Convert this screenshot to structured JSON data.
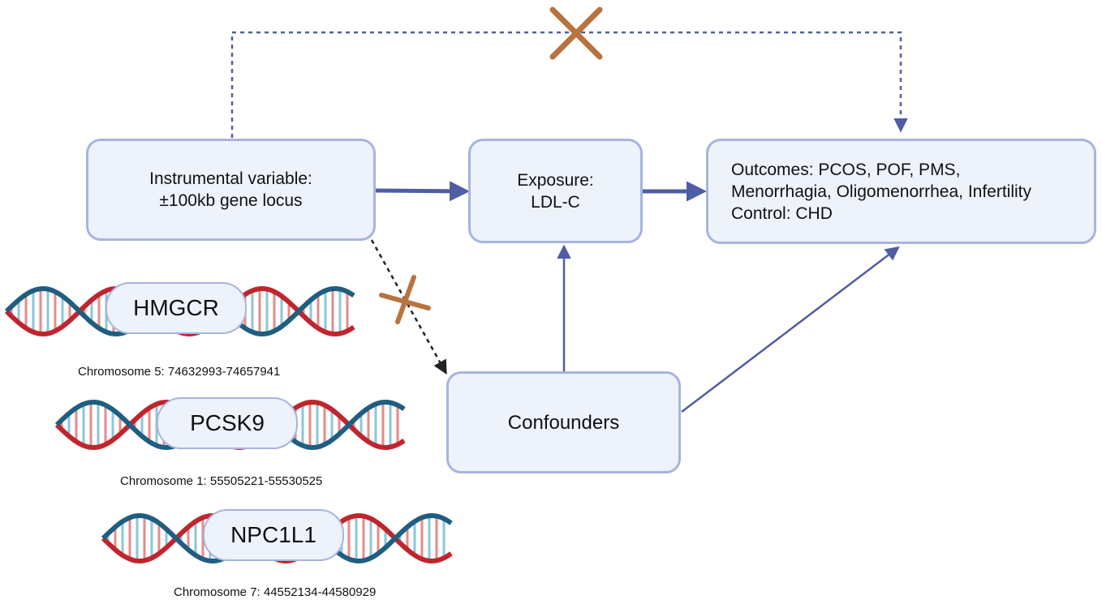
{
  "nodes": {
    "instrument": {
      "lines": [
        "Instrumental variable:",
        "±100kb gene locus"
      ]
    },
    "exposure": {
      "lines": [
        "Exposure:",
        "LDL-C"
      ]
    },
    "outcomes": {
      "lines": [
        "Outcomes: PCOS, POF, PMS,",
        "Menorrhagia, Oligomenorrhea, Infertility",
        "Control: CHD"
      ]
    },
    "confounders": {
      "lines": [
        "Confounders"
      ]
    }
  },
  "genes": [
    {
      "name": "HMGCR",
      "location": "Chromosome 5: 74632993-74657941"
    },
    {
      "name": "PCSK9",
      "location": "Chromosome 1: 55505221-55530525"
    },
    {
      "name": "NPC1L1",
      "location": "Chromosome 7: 44552134-44580929"
    }
  ],
  "colors": {
    "box_fill": "#edf2fb",
    "box_border": "#a7b5dc",
    "arrow": "#4f5da3",
    "dashed_black": "#222222",
    "cross": "#b8733e",
    "dna_red": "#c0252e",
    "dna_blue": "#1f5e80",
    "dna_rung_light": "#8ec5d8",
    "dna_rung_pink": "#e88a8a"
  }
}
